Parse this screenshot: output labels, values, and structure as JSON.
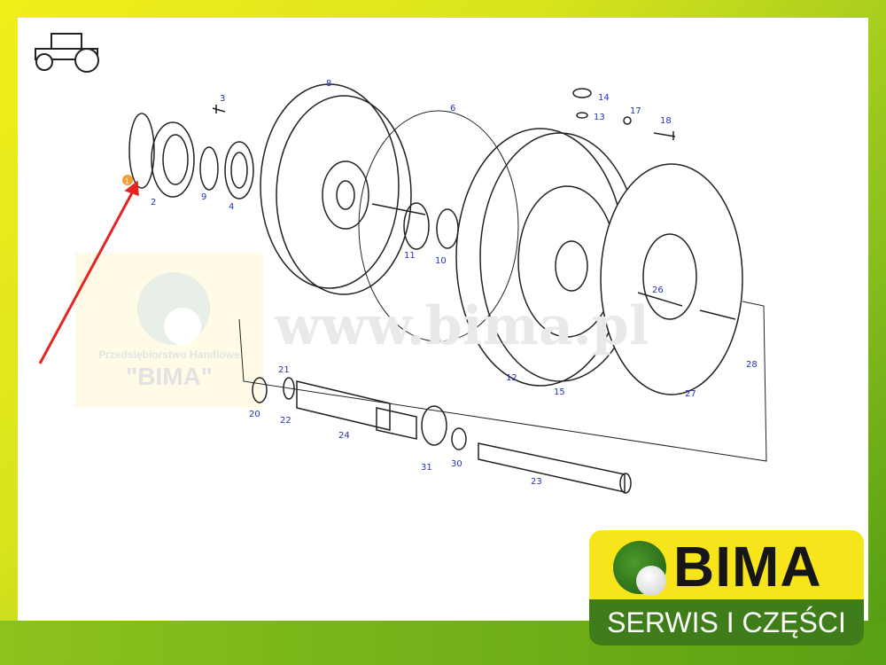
{
  "watermark": {
    "company": "Przedsiębiorstwo Handlowe",
    "name": "\"BIMA\"",
    "url": "www.bima.pl"
  },
  "logo": {
    "name": "BIMA",
    "tagline": "SERWIS I CZĘŚCI"
  },
  "diagram": {
    "highlight_marker": "1",
    "parts": {
      "p1": "1",
      "p2": "2",
      "p3": "3",
      "p4": "4",
      "p6": "6",
      "p8": "8",
      "p9": "9",
      "p10": "10",
      "p11": "11",
      "p12": "12",
      "p13": "13",
      "p14": "14",
      "p15": "15",
      "p17": "17",
      "p18": "18",
      "p20": "20",
      "p21": "21",
      "p22": "22",
      "p23": "23",
      "p24": "24",
      "p26": "26",
      "p27": "27",
      "p28": "28",
      "p30": "30",
      "p31": "31"
    }
  },
  "colors": {
    "arrow": "#e8231f",
    "marker": "#f0a030",
    "label": "#2233bb"
  }
}
